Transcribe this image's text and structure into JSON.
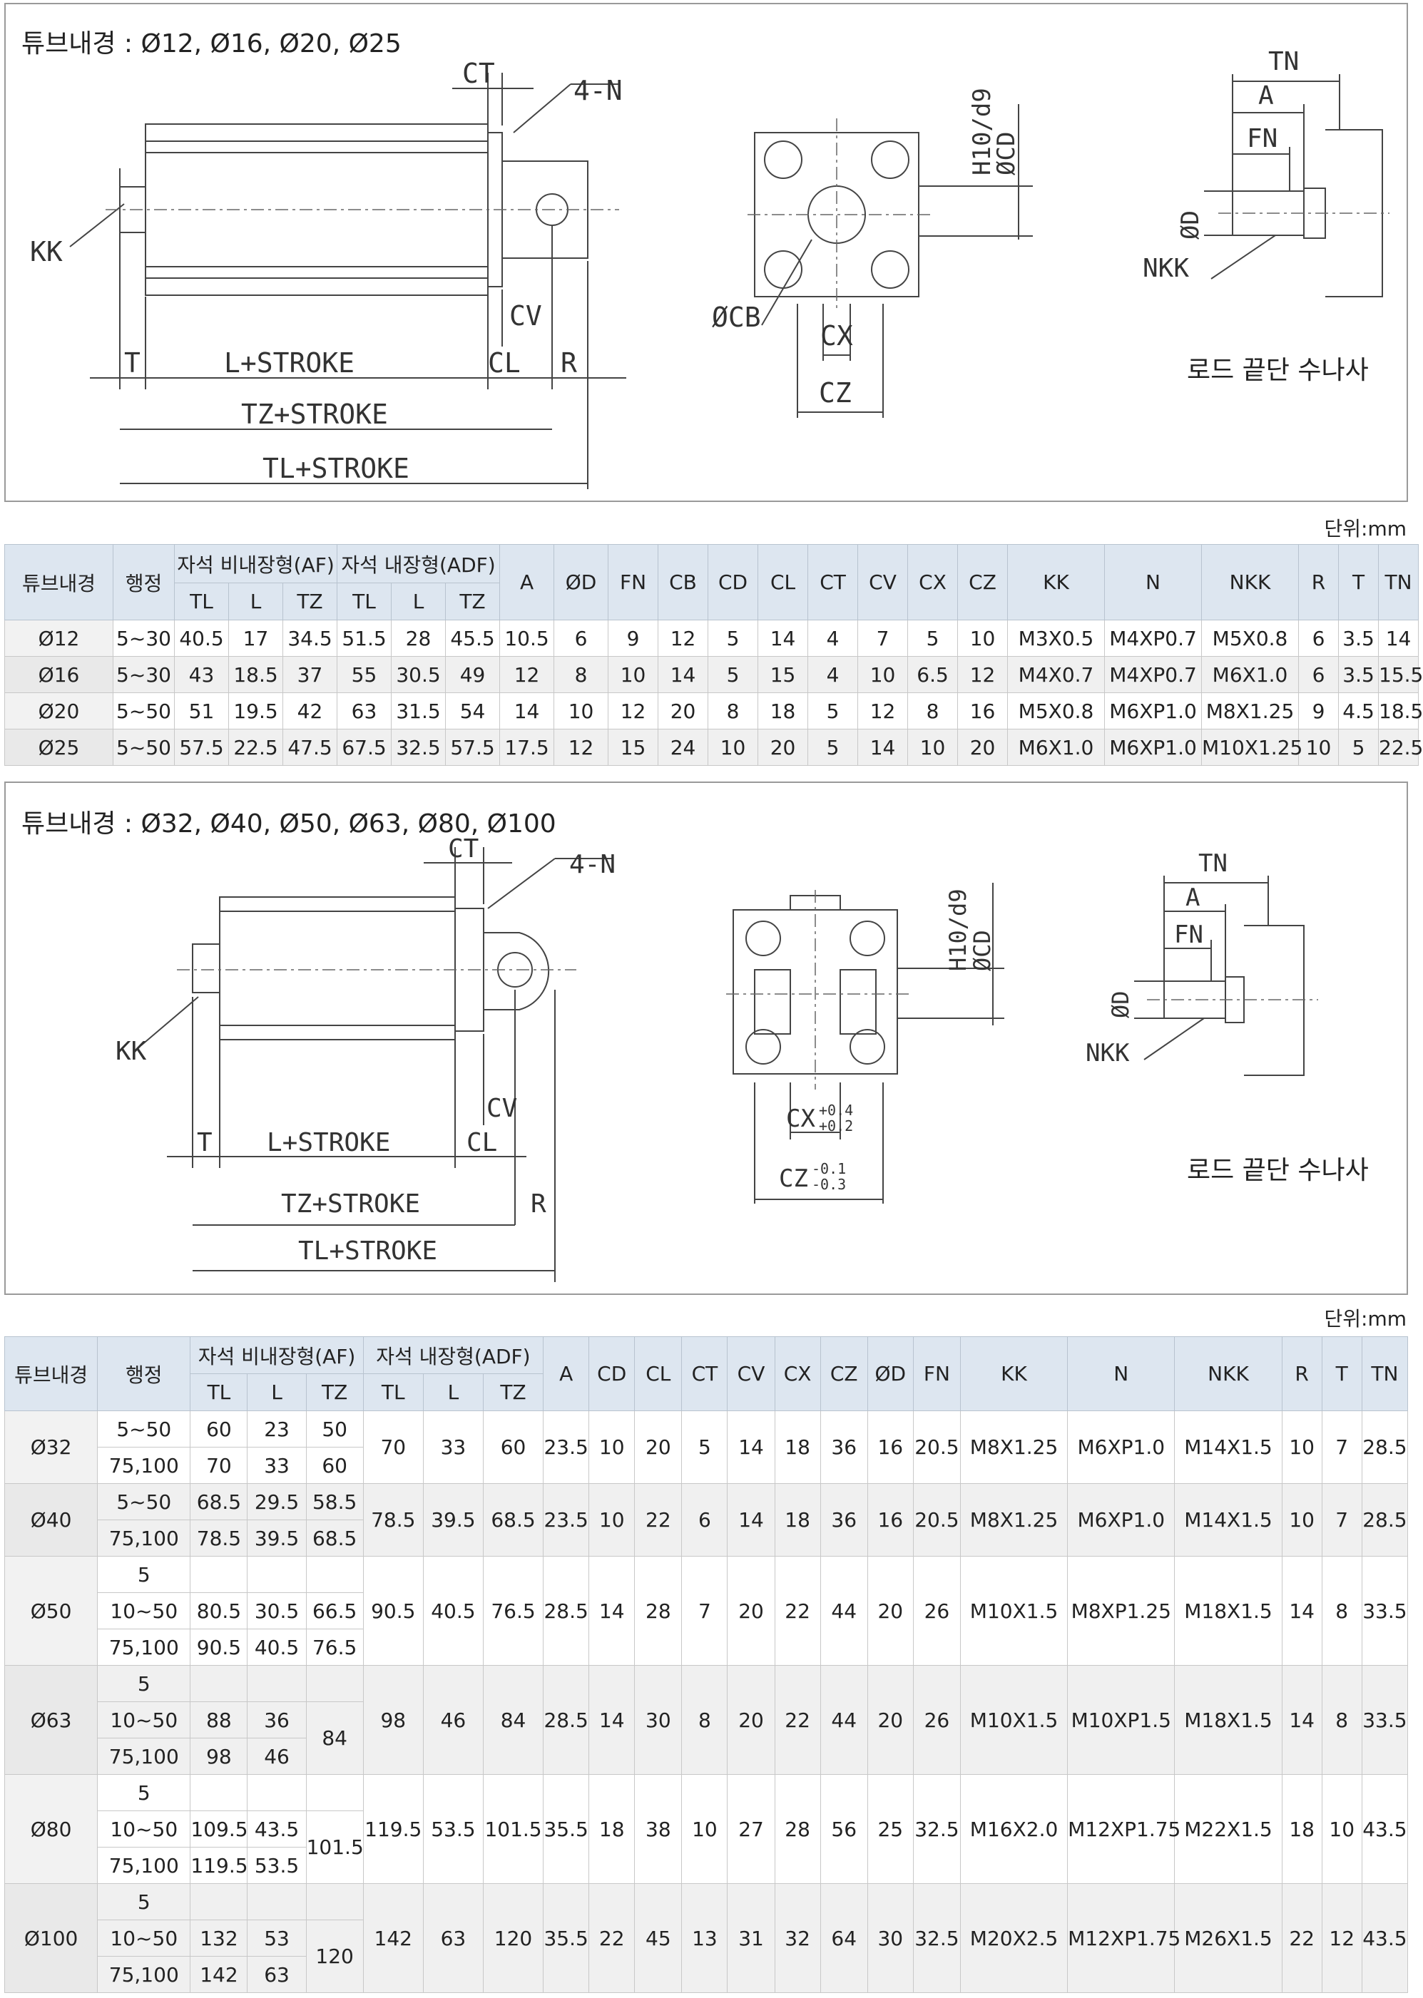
{
  "unit_label": "단위:mm",
  "section1": {
    "title": "튜브내경 : Ø12, Ø16, Ø20, Ø25",
    "labels": {
      "CT": "CT",
      "N": "4-N",
      "KK": "KK",
      "CV": "CV",
      "T": "T",
      "L_STROKE": "L+STROKE",
      "CL": "CL",
      "R": "R",
      "TZ_STROKE": "TZ+STROKE",
      "TL_STROKE": "TL+STROKE",
      "H10": "H10/d9",
      "CD": "ØCD",
      "CB": "ØCB",
      "CX": "CX",
      "CZ": "CZ",
      "TN": "TN",
      "A": "A",
      "FN": "FN",
      "D": "ØD",
      "NKK": "NKK"
    },
    "caption": "로드 끝단 수나사"
  },
  "table1": {
    "headers": {
      "bore": "튜브내경",
      "stroke": "행정",
      "af": "자석 비내장형(AF)",
      "adf": "자석 내장형(ADF)",
      "TL": "TL",
      "L": "L",
      "TZ": "TZ",
      "cols": [
        "A",
        "ØD",
        "FN",
        "CB",
        "CD",
        "CL",
        "CT",
        "CV",
        "CX",
        "CZ",
        "KK",
        "N",
        "NKK",
        "R",
        "T",
        "TN"
      ]
    },
    "rows": [
      [
        "Ø12",
        "5~30",
        "40.5",
        "17",
        "34.5",
        "51.5",
        "28",
        "45.5",
        "10.5",
        "6",
        "9",
        "12",
        "5",
        "14",
        "4",
        "7",
        "5",
        "10",
        "M3X0.5",
        "M4XP0.7",
        "M5X0.8",
        "6",
        "3.5",
        "14"
      ],
      [
        "Ø16",
        "5~30",
        "43",
        "18.5",
        "37",
        "55",
        "30.5",
        "49",
        "12",
        "8",
        "10",
        "14",
        "5",
        "15",
        "4",
        "10",
        "6.5",
        "12",
        "M4X0.7",
        "M4XP0.7",
        "M6X1.0",
        "6",
        "3.5",
        "15.5"
      ],
      [
        "Ø20",
        "5~50",
        "51",
        "19.5",
        "42",
        "63",
        "31.5",
        "54",
        "14",
        "10",
        "12",
        "20",
        "8",
        "18",
        "5",
        "12",
        "8",
        "16",
        "M5X0.8",
        "M6XP1.0",
        "M8X1.25",
        "9",
        "4.5",
        "18.5"
      ],
      [
        "Ø25",
        "5~50",
        "57.5",
        "22.5",
        "47.5",
        "67.5",
        "32.5",
        "57.5",
        "17.5",
        "12",
        "15",
        "24",
        "10",
        "20",
        "5",
        "14",
        "10",
        "20",
        "M6X1.0",
        "M6XP1.0",
        "M10X1.25",
        "10",
        "5",
        "22.5"
      ]
    ]
  },
  "section2": {
    "title": "튜브내경 : Ø32, Ø40, Ø50, Ø63, Ø80, Ø100",
    "labels": {
      "CT": "CT",
      "N": "4-N",
      "KK": "KK",
      "CV": "CV",
      "T": "T",
      "L_STROKE": "L+STROKE",
      "CL": "CL",
      "R": "R",
      "TZ_STROKE": "TZ+STROKE",
      "TL_STROKE": "TL+STROKE",
      "H10": "H10/d9",
      "CD": "ØCD",
      "CX": "CX",
      "CX_tol_up": "+0.4",
      "CX_tol_lo": "+0.2",
      "CZ": "CZ",
      "CZ_tol_up": "-0.1",
      "CZ_tol_lo": "-0.3",
      "TN": "TN",
      "A": "A",
      "FN": "FN",
      "D": "ØD",
      "NKK": "NKK"
    },
    "caption": "로드 끝단 수나사"
  },
  "table2": {
    "headers": {
      "bore": "튜브내경",
      "stroke": "행정",
      "af": "자석 비내장형(AF)",
      "adf": "자석 내장형(ADF)",
      "TL": "TL",
      "L": "L",
      "TZ": "TZ",
      "cols": [
        "A",
        "CD",
        "CL",
        "CT",
        "CV",
        "CX",
        "CZ",
        "ØD",
        "FN",
        "KK",
        "N",
        "NKK",
        "R",
        "T",
        "TN"
      ]
    },
    "groups": [
      {
        "bore": "Ø32",
        "sub": [
          [
            "5~50",
            "60",
            "23",
            "50"
          ],
          [
            "75,100",
            "70",
            "33",
            "60"
          ]
        ],
        "tz_merged": "",
        "common": [
          "70",
          "33",
          "60",
          "23.5",
          "10",
          "20",
          "5",
          "14",
          "18",
          "36",
          "16",
          "20.5",
          "M8X1.25",
          "M6XP1.0",
          "M14X1.5",
          "10",
          "7",
          "28.5"
        ]
      },
      {
        "bore": "Ø40",
        "sub": [
          [
            "5~50",
            "68.5",
            "29.5",
            "58.5"
          ],
          [
            "75,100",
            "78.5",
            "39.5",
            "68.5"
          ]
        ],
        "tz_merged": "",
        "common": [
          "78.5",
          "39.5",
          "68.5",
          "23.5",
          "10",
          "22",
          "6",
          "14",
          "18",
          "36",
          "16",
          "20.5",
          "M8X1.25",
          "M6XP1.0",
          "M14X1.5",
          "10",
          "7",
          "28.5"
        ]
      },
      {
        "bore": "Ø50",
        "sub": [
          [
            "5",
            "",
            "",
            ""
          ],
          [
            "10~50",
            "80.5",
            "30.5",
            "66.5"
          ],
          [
            "75,100",
            "90.5",
            "40.5",
            "76.5"
          ]
        ],
        "tz_merged": "",
        "common": [
          "90.5",
          "40.5",
          "76.5",
          "28.5",
          "14",
          "28",
          "7",
          "20",
          "22",
          "44",
          "20",
          "26",
          "M10X1.5",
          "M8XP1.25",
          "M18X1.5",
          "14",
          "8",
          "33.5"
        ]
      },
      {
        "bore": "Ø63",
        "sub": [
          [
            "5",
            "",
            ""
          ],
          [
            "10~50",
            "88",
            "36"
          ],
          [
            "75,100",
            "98",
            "46"
          ]
        ],
        "tz_merged": "84",
        "common": [
          "98",
          "46",
          "84",
          "28.5",
          "14",
          "30",
          "8",
          "20",
          "22",
          "44",
          "20",
          "26",
          "M10X1.5",
          "M10XP1.5",
          "M18X1.5",
          "14",
          "8",
          "33.5"
        ]
      },
      {
        "bore": "Ø80",
        "sub": [
          [
            "5",
            "",
            ""
          ],
          [
            "10~50",
            "109.5",
            "43.5"
          ],
          [
            "75,100",
            "119.5",
            "53.5"
          ]
        ],
        "tz_merged": "101.5",
        "common": [
          "119.5",
          "53.5",
          "101.5",
          "35.5",
          "18",
          "38",
          "10",
          "27",
          "28",
          "56",
          "25",
          "32.5",
          "M16X2.0",
          "M12XP1.75",
          "M22X1.5",
          "18",
          "10",
          "43.5"
        ]
      },
      {
        "bore": "Ø100",
        "sub": [
          [
            "5",
            "",
            ""
          ],
          [
            "10~50",
            "132",
            "53"
          ],
          [
            "75,100",
            "142",
            "63"
          ]
        ],
        "tz_merged": "120",
        "common": [
          "142",
          "63",
          "120",
          "35.5",
          "22",
          "45",
          "13",
          "31",
          "32",
          "64",
          "30",
          "32.5",
          "M20X2.5",
          "M12XP1.75",
          "M26X1.5",
          "22",
          "12",
          "43.5"
        ]
      }
    ]
  }
}
